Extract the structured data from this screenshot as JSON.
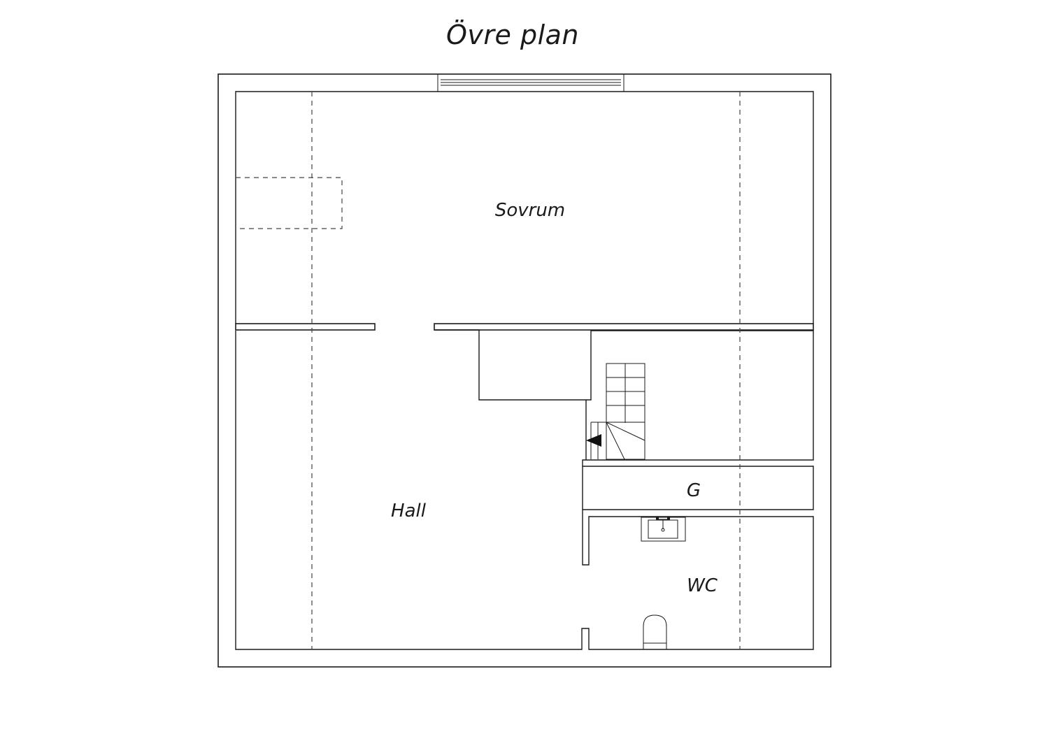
{
  "title": "Övre plan",
  "rooms": {
    "sovrum": "Sovrum",
    "hall": "Hall",
    "g": "G",
    "wc": "WC"
  },
  "colors": {
    "wall_stroke": "#1a1a1a",
    "background": "#ffffff"
  }
}
